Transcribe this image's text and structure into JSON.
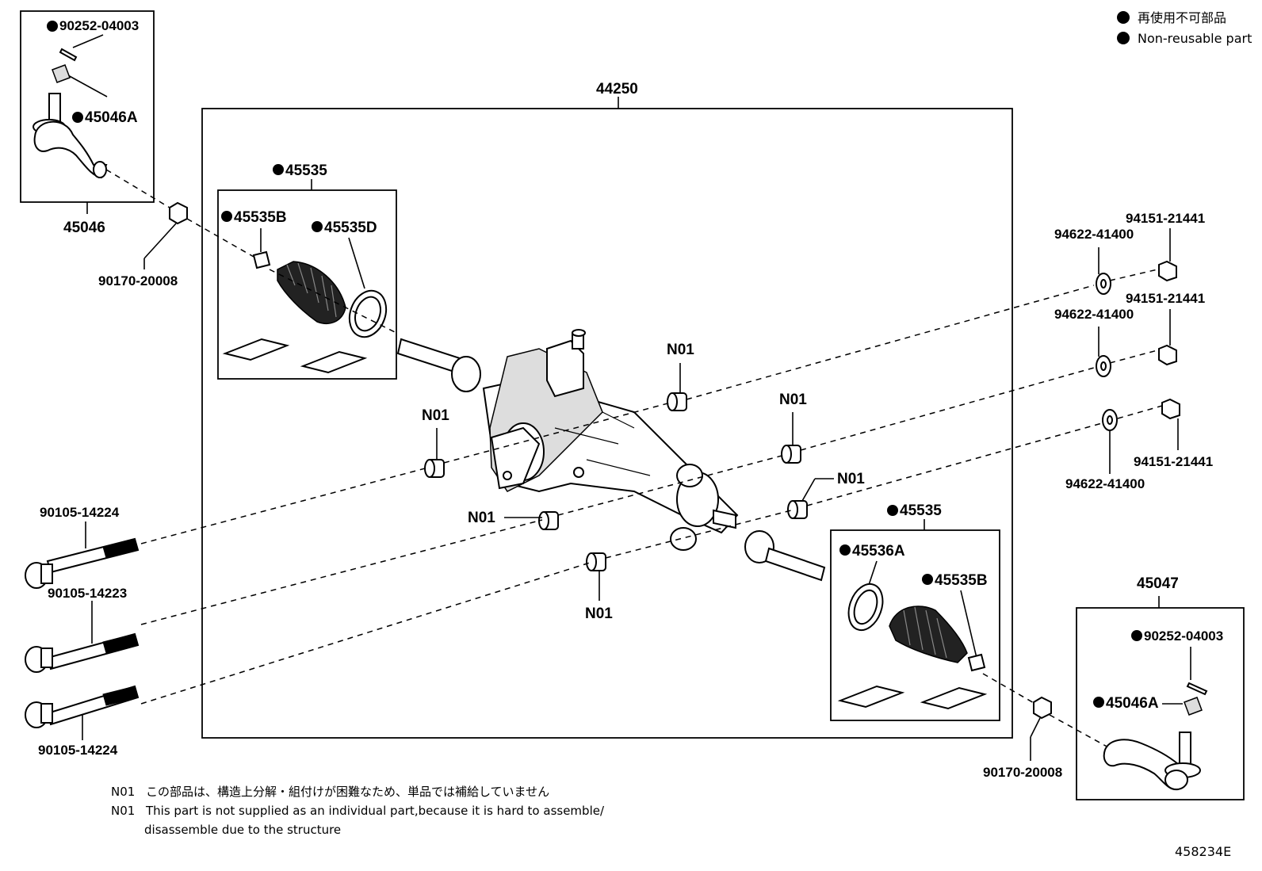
{
  "legend": {
    "jp": "再使用不可部品",
    "en": "Non-reusable part"
  },
  "assembly": {
    "part_no": "44250"
  },
  "left_tie_rod_end": {
    "box_label": "45046",
    "cotter_pin": "90252-04003",
    "nut": "45046A",
    "lock_nut": "90170-20008"
  },
  "right_tie_rod_end": {
    "box_label": "45047",
    "cotter_pin": "90252-04003",
    "nut": "45046A",
    "lock_nut": "90170-20008"
  },
  "left_boot_kit": {
    "kit": "45535",
    "clip": "45535B",
    "clamp": "45535D"
  },
  "right_boot_kit": {
    "kit": "45535",
    "clamp": "45536A",
    "clip": "45535B"
  },
  "bushings": [
    "N01",
    "N01",
    "N01",
    "N01",
    "N01",
    "N01"
  ],
  "bolts": [
    "90105-14224",
    "90105-14223",
    "90105-14224"
  ],
  "washers": [
    "94622-41400",
    "94622-41400",
    "94622-41400"
  ],
  "nuts": [
    "94151-21441",
    "94151-21441",
    "94151-21441"
  ],
  "notes": {
    "jp_code": "N01",
    "jp_text": "この部品は、構造上分解・組付けが困難なため、単品では補給していません",
    "en_code": "N01",
    "en_text_line1": "This part is not supplied as an individual part,because it is hard to assemble/",
    "en_text_line2": "disassemble due to the structure"
  },
  "figure_id": "458234E"
}
